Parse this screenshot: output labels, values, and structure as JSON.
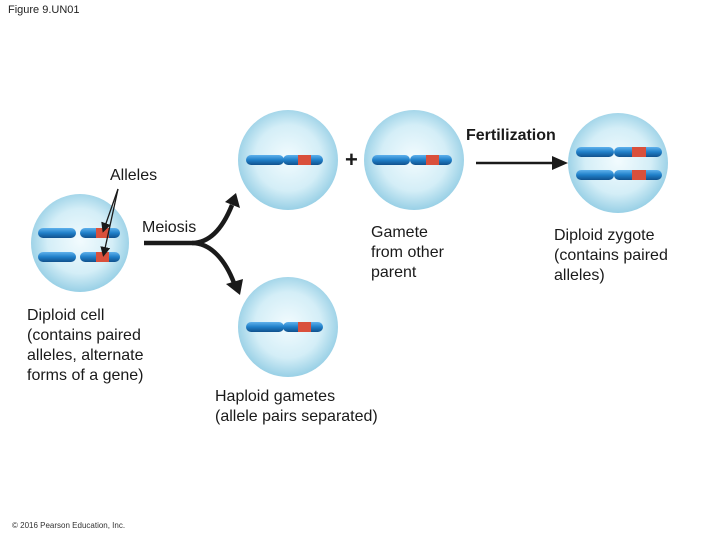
{
  "figure_label": "Figure 9.UN01",
  "labels": {
    "alleles": "Alleles",
    "meiosis": "Meiosis",
    "fertilization": "Fertilization",
    "plus": "+",
    "gamete_other_parent": [
      "Gamete",
      "from other",
      "parent"
    ],
    "diploid_zygote": [
      "Diploid zygote",
      "(contains paired",
      "alleles)"
    ],
    "diploid_cell": [
      "Diploid cell",
      "(contains paired",
      "alleles, alternate",
      "forms of a gene)"
    ],
    "haploid_gametes": [
      "Haploid gametes",
      "(allele pairs separated)"
    ]
  },
  "copyright": "© 2016 Pearson Education, Inc.",
  "colors": {
    "cell_fill_center": "#eaf7fb",
    "cell_fill_edge": "#9fd6ea",
    "chromosome": "#1f7fc8",
    "chromosome_dark": "#12508a",
    "allele_band": "#d9503c",
    "arrow": "#1a1a1a"
  }
}
